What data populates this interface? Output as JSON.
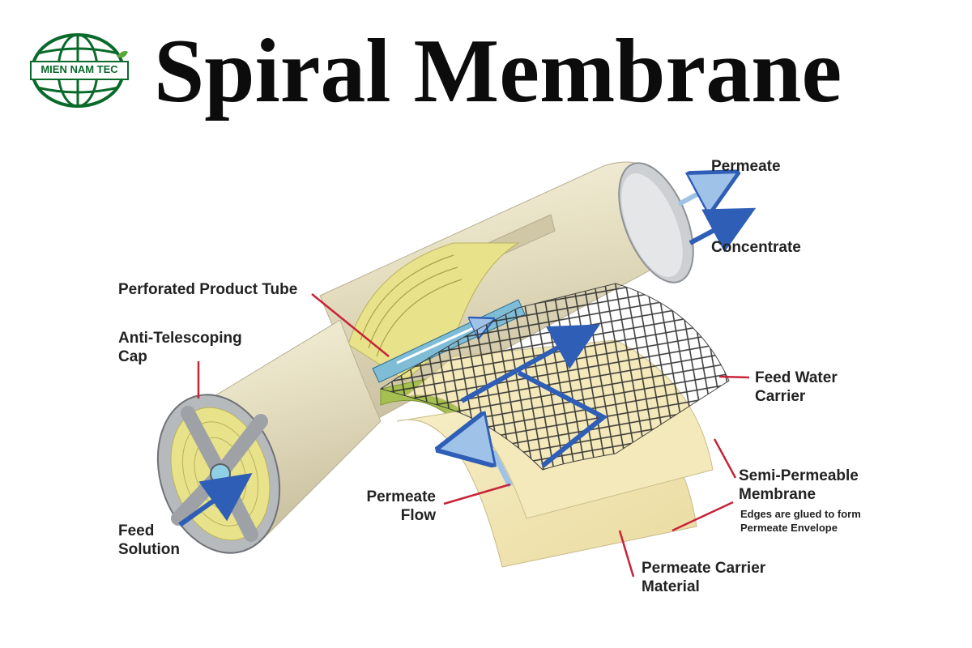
{
  "title": "Spiral Membrane",
  "logo": {
    "text": "MIEN NAM TEC",
    "color": "#0a6a2a"
  },
  "labels": {
    "permeate": "Permeate",
    "concentrate": "Concentrate",
    "perforated_product_tube": "Perforated Product Tube",
    "anti_telescoping_cap": [
      "Anti-Telescoping",
      "Cap"
    ],
    "feed_water_carrier": [
      "Feed Water",
      "Carrier"
    ],
    "semi_permeable_membrane": [
      "Semi-Permeable",
      "Membrane"
    ],
    "membrane_note": [
      "Edges are glued to form",
      "Permeate Envelope"
    ],
    "permeate_flow": [
      "Permeate",
      "Flow"
    ],
    "feed_solution": [
      "Feed",
      "Solution"
    ],
    "permeate_carrier_material": [
      "Permeate Carrier",
      "Material"
    ]
  },
  "colors": {
    "tube_body": "#e8e2c6",
    "end_cap": "#a9acb0",
    "membrane_sheet": "#f3e8b8",
    "carrier_green": "#a6c04f",
    "flow_arrow": "#2f5eb6",
    "permeate_arrow": "#9fc2e8",
    "leader_line": "#c7243a"
  }
}
